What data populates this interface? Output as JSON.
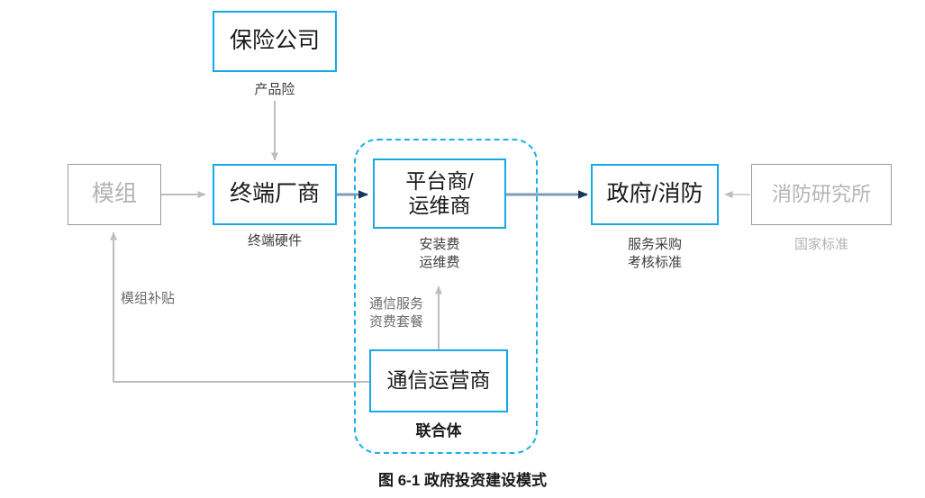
{
  "figure": {
    "caption": "图 6-1  政府投资建设模式",
    "background_color": "#ffffff"
  },
  "colors": {
    "active_border": "#16a9e8",
    "inactive_border": "#9a9a9a",
    "inactive_text": "#b3b3b3",
    "active_text": "#1a1a1a",
    "gray_connector": "#bdbdbd",
    "blue_connector": "#7f9bb5",
    "arrow_navy": "#17365d",
    "dashed_group": "#19b0ec",
    "label_text": "#6b6b6b"
  },
  "group": {
    "name": "联合体",
    "style": "dashed-rounded-rectangle",
    "color": "#19b0ec"
  },
  "nodes": [
    {
      "id": "insurance",
      "label": "保险公司",
      "state": "active",
      "font_size": 25
    },
    {
      "id": "module",
      "label": "模组",
      "state": "inactive",
      "font_size": 25
    },
    {
      "id": "terminal",
      "label": "终端厂商",
      "state": "active",
      "font_size": 25
    },
    {
      "id": "platform",
      "label": "平台商/\n运维商",
      "state": "active",
      "font_size": 23
    },
    {
      "id": "government",
      "label": "政府/消防",
      "state": "active",
      "font_size": 25
    },
    {
      "id": "institute",
      "label": "消防研究所",
      "state": "inactive",
      "font_size": 22
    },
    {
      "id": "carrier",
      "label": "通信运营商",
      "state": "active",
      "font_size": 23
    }
  ],
  "node_captions": [
    {
      "id": "insurance-caption",
      "text": "产品险",
      "tone": "dark"
    },
    {
      "id": "terminal-caption",
      "text": "终端硬件",
      "tone": "dark"
    },
    {
      "id": "platform-caption",
      "text": "安装费\n运维费",
      "tone": "dark"
    },
    {
      "id": "government-caption",
      "text": "服务采购\n考核标准",
      "tone": "dark"
    },
    {
      "id": "institute-caption",
      "text": "国家标准",
      "tone": "muted"
    },
    {
      "id": "group-caption",
      "text": "联合体",
      "tone": "bold"
    }
  ],
  "edges": [
    {
      "id": "insurance-to-terminal",
      "from": "保险公司",
      "to": "终端厂商",
      "label": "产品险",
      "style": "gray-arrow-down"
    },
    {
      "id": "module-to-terminal",
      "from": "模组",
      "to": "终端厂商",
      "label": "",
      "style": "gray-arrow-right"
    },
    {
      "id": "terminal-to-platform",
      "from": "终端厂商",
      "to": "平台商/运维商",
      "label": "",
      "style": "blue-arrow-right"
    },
    {
      "id": "platform-to-government",
      "from": "平台商/运维商",
      "to": "政府/消防",
      "label": "",
      "style": "blue-arrow-right"
    },
    {
      "id": "institute-to-government",
      "from": "消防研究所",
      "to": "政府/消防",
      "label": "国家标准",
      "style": "gray-arrow-left"
    },
    {
      "id": "carrier-to-platform",
      "from": "通信运营商",
      "to": "平台商/运维商",
      "label": "通信服务\n资费套餐",
      "style": "gray-arrow-up"
    },
    {
      "id": "carrier-to-module",
      "from": "通信运营商",
      "to": "模组",
      "label": "模组补贴",
      "style": "gray-elbow-arrow-up"
    }
  ],
  "edge_labels": [
    {
      "id": "carrier-platform-label",
      "text": "通信服务\n资费套餐"
    },
    {
      "id": "module-subsidy-label",
      "text": "模组补贴"
    }
  ]
}
